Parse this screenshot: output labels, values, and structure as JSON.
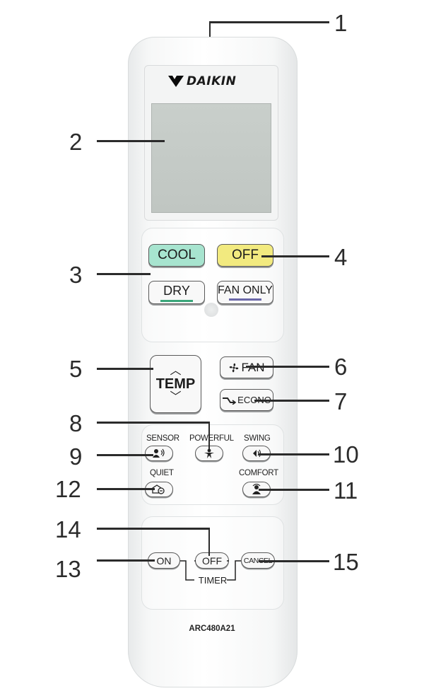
{
  "brand": "DAIKIN",
  "model": "ARC480A21",
  "buttons": {
    "cool": "COOL",
    "off": "OFF",
    "dry": "DRY",
    "fan_only": "FAN ONLY",
    "temp": "TEMP",
    "fan": "FAN",
    "econo": "ECONO"
  },
  "small_buttons": {
    "sensor": "SENSOR",
    "powerful": "POWERFUL",
    "swing": "SWING",
    "quiet": "QUIET",
    "comfort": "COMFORT"
  },
  "timer": {
    "on": "ON",
    "off": "OFF",
    "cancel": "CANCEL",
    "label": "TIMER"
  },
  "callouts": [
    "1",
    "2",
    "3",
    "4",
    "5",
    "6",
    "7",
    "8",
    "9",
    "10",
    "11",
    "12",
    "13",
    "14",
    "15"
  ],
  "colors": {
    "cool_button": "#a7e4cf",
    "off_button": "#f2ea7f",
    "dry_underline": "#3aa67a",
    "fan_only_underline": "#6a67a8",
    "remote_body": "#f6f7f7",
    "lcd": "#c4cac6"
  },
  "icons": [
    "daikin-logo-icon",
    "fan-icon",
    "econo-icon",
    "sensor-icon",
    "powerful-icon",
    "swing-icon",
    "quiet-icon",
    "comfort-icon",
    "chevron-up-icon",
    "chevron-down-icon"
  ]
}
